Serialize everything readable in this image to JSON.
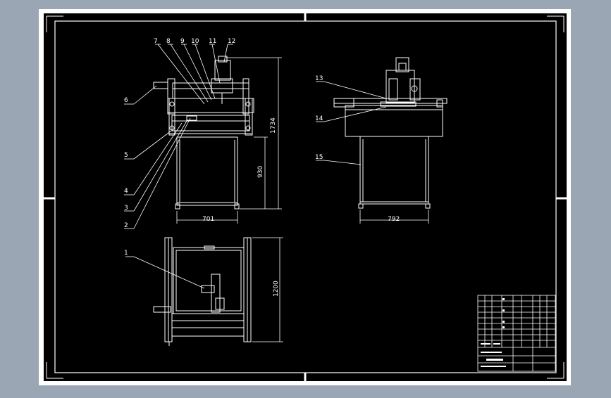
{
  "drawing": {
    "part_labels": [
      "1",
      "2",
      "3",
      "4",
      "5",
      "6",
      "7",
      "8",
      "9",
      "10",
      "11",
      "12",
      "13",
      "14",
      "15"
    ],
    "dimensions": {
      "front_height": "1734",
      "front_table_height": "930",
      "front_width": "701",
      "side_width": "792",
      "top_depth": "1200"
    },
    "title_block": {
      "label_left": "",
      "label_right": ""
    },
    "colors": {
      "background": "#000000",
      "lines": "#ffffff",
      "accent": "#ffd84a"
    }
  }
}
